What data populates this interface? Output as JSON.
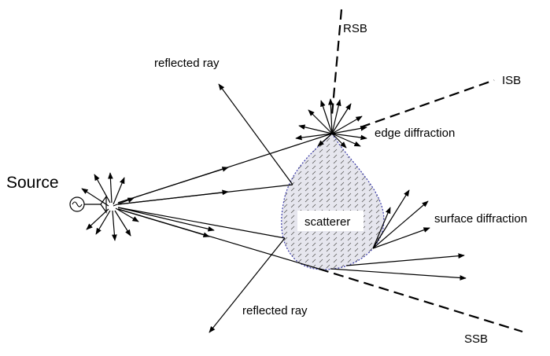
{
  "diagram": {
    "labels": {
      "source": "Source",
      "scatterer": "scatterer",
      "reflected_top": "reflected ray",
      "reflected_bottom": "reflected ray",
      "edge_diffraction": "edge diffraction",
      "surface_diffraction": "surface diffraction",
      "rsb": "RSB",
      "isb": "ISB",
      "ssb": "SSB"
    },
    "colors": {
      "line": "#000000",
      "scatterer_outline": "#3a3aa8",
      "scatterer_fill": "#e6e6ee",
      "background": "#ffffff"
    },
    "icons": {
      "source": "source-antenna-icon"
    }
  }
}
